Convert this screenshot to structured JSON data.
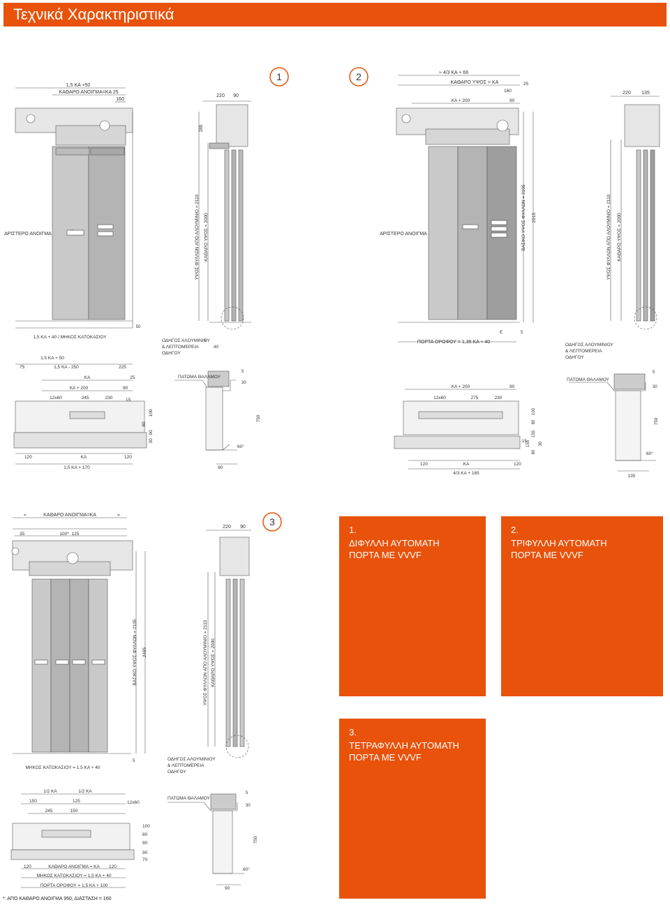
{
  "page_title": "Τεχνικά Χαρακτηριστικά",
  "badges": [
    "1",
    "2",
    "3"
  ],
  "colors": {
    "accent": "#e8520b",
    "panel_light": "#c9c9c9",
    "panel_mid": "#b4b4b4",
    "panel_dark": "#9e9e9e",
    "line": "#555555"
  },
  "d1": {
    "top_width": "1,5 ΚΑ +50",
    "opening": "ΚΑΘΑΡΟ ΑΝΟΙΓΜΑ=ΚΑ 25",
    "dim_160": "160",
    "side_220": "220",
    "side_90": "90",
    "dim_285": "285",
    "h_alu": "ΥΨΟΣ ΦΥΛΛΩΝ ΑΠΟ ΑΛΟΥΜΙΝΙΟ = 2110",
    "h_clear": "ΚΑΘΑΡΟ ΥΨΟΣ = 2000",
    "left_label": "ΑΡΙΣΤΕΡΟ ΑΝΟΙΓΜΑ",
    "dim_50": "50",
    "bottom1": "1,5 ΚΑ + 40 / ΜΗΚΟΣ ΚΑΤΟΚΑΣΙΟΥ",
    "bottom2": "1,5 ΚΑ + 50",
    "guide": "ΟΔΗΓΟΣ ΑΛΟΥΜΙΝΙΟΥ",
    "guide2": "& ΛΕΠΤΟΜΕΡΕΙΑ",
    "guide3": "ΟΔΗΓΟΥ",
    "g5": "5",
    "g40": "40"
  },
  "p1": {
    "d75": "75",
    "d15ka": "1,5 ΚΑ - 250",
    "d225": "225",
    "ka": "ΚΑ",
    "ka200": "ΚΑ + 200",
    "d90": "90",
    "d25": "25",
    "d12x60": "12x60",
    "d245": "245",
    "d230": "230",
    "d15": "15",
    "d100": "100",
    "d80": "80",
    "d90b": "90",
    "d30": "30",
    "d120": "120",
    "d120b": "120",
    "bot": "1,5 ΚΑ + 170",
    "floor": "ΠΑΤΩΜΑ ΘΑΛΑΜΟΥ",
    "d750": "750",
    "d60": "60°",
    "d90c": "90",
    "d5": "5",
    "d30b": "30"
  },
  "d2": {
    "top": "≈ 4/3 ΚΑ + 66",
    "clear_h": "ΚΑΘΑΡΟ ΥΨΟΣ = ΚΑ",
    "d25": "25",
    "d160": "160",
    "ka200": "ΚΑ + 200",
    "d90": "90",
    "left_label": "ΑΡΙΣΤΕΡΟ ΑΝΟΙΓΜΑ",
    "h_base": "ΒΑΣΙΚΟ ΥΨΟΣ ΦΥΛΛΩΝ = 2105",
    "d2215": "2215",
    "e": "E",
    "d5": "5",
    "roof": "ΠΟΡΤΑ ΟΡΟΦΟΥ = 1,35 ΚΑ + 40",
    "s220": "220",
    "s135": "135",
    "h_alu": "ΥΨΟΣ ΦΥΛΛΩΝ ΑΠΟ ΑΛΟΥΜΙΝΙΟ = 2110",
    "h_clear": "ΚΑΘΑΡΟ ΥΨΟΣ = 2000",
    "guide": "ΟΔΗΓΟΣ ΑΛΟΥΜΙΝΙΟΥ",
    "guide2": "& ΛΕΠΤΟΜΕΡΕΙΑ",
    "guide3": "ΟΔΗΓΟΥ"
  },
  "p2": {
    "ka200": "ΚΑ + 200",
    "d90": "90",
    "d12x60": "12x60",
    "d275": "275",
    "d230": "230",
    "d100": "100",
    "d80": "80",
    "d155": "155",
    "d15": "15",
    "d80b": "80",
    "d155b": "155",
    "d30": "30",
    "d120": "120",
    "ka": "ΚΑ",
    "d120b": "120",
    "bot": "4/3 ΚΑ + 165",
    "floor": "ΠΑΤΩΜΑ ΘΑΛΑΜΟΥ",
    "d750": "750",
    "d60": "60°",
    "d135": "135",
    "d5": "5",
    "d30b": "30"
  },
  "d3": {
    "opening": "ΚΑΘΑΡΟ ΑΝΟΙΓΜΑ=ΚΑ",
    "eq": "=",
    "d35": "35",
    "d100": "100*",
    "d125": "125",
    "s220": "220",
    "s90": "90",
    "h_base": "ΒΑΣΙΚΟ ΥΨΟΣ ΦΥΛΛΩΝ = 2105",
    "d2485": "2485",
    "h_alu": "ΥΨΟΣ ΦΥΛΛΩΝ ΑΠΟ ΑΛΟΥΜΙΝΙΟ = 2110",
    "h_clear": "ΚΑΘΑΡΟ ΥΨΟΣ = 2000",
    "bottom": "ΜΗΚΟΣ ΚΑΤΟΚΑΣΙΟΥ = 1,5 ΚΑ + 40",
    "d5": "5",
    "guide": "ΟΔΗΓΟΣ ΑΛΟΥΜΙΝΙΟΥ",
    "guide2": "& ΛΕΠΤΟΜΕΡΕΙΑ",
    "guide3": "ΟΔΗΓΟΥ"
  },
  "p3": {
    "half1": "1/2 ΚΑ",
    "half2": "1/2 ΚΑ",
    "d150": "150",
    "d125": "125",
    "d245": "245",
    "d150b": "150",
    "d12x60": "12x60",
    "d100": "100",
    "d80": "80",
    "d90": "90",
    "d90b": "90",
    "d70": "70",
    "d120": "120",
    "open": "ΚΑΘΑΡΟ ΑΝΟΙΓΜΑ = ΚΑ",
    "d120b": "120",
    "len": "ΜΗΚΟΣ ΚΑΤΟΚΑΣΙΟΥ = 1,5 ΚΑ + 40",
    "roof": "ΠΟΡΤΑ ΟΡΟΦΟΥ = 1,5 ΚΑ + 100",
    "floor": "ΠΑΤΩΜΑ ΘΑΛΑΜΟΥ",
    "d750": "750",
    "d60": "60°",
    "d90c": "90",
    "d5": "5",
    "d30": "30"
  },
  "cards": [
    {
      "num": "1.",
      "title": "ΔΙΦΥΛΛΗ ΑΥΤΟΜΑΤΗ\nΠΟΡΤΑ ΜΕ VVVF"
    },
    {
      "num": "2.",
      "title": "ΤΡΙΦΥΛΛΗ ΑΥΤΟΜΑΤΗ\nΠΟΡΤΑ ΜΕ VVVF"
    },
    {
      "num": "3.",
      "title": "ΤΕΤΡΑΦΥΛΛΗ ΑΥΤΟΜΑΤΗ\nΠΟΡΤΑ ΜΕ VVVF"
    }
  ],
  "footnote": "*: ΑΠΟ ΚΑΘΑΡΟ ΑΝΟΙΓΜΑ 950, ΔΙΑΣΤΑΣΗ = 160"
}
